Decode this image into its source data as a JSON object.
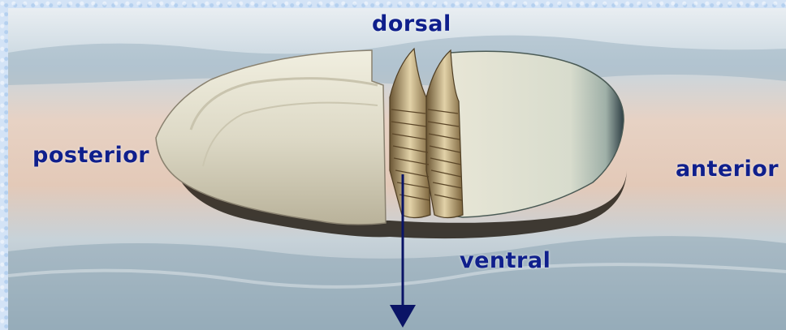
{
  "labels": {
    "dorsal": "dorsal",
    "posterior": "posterior",
    "anterior": "anterior",
    "ventral": "ventral"
  },
  "colors": {
    "label_text": "#0f1f8c",
    "arrow": "#0a1466",
    "border": "#d3e3f6"
  },
  "icons": {
    "axis_arrow": "arrow-down-icon"
  }
}
